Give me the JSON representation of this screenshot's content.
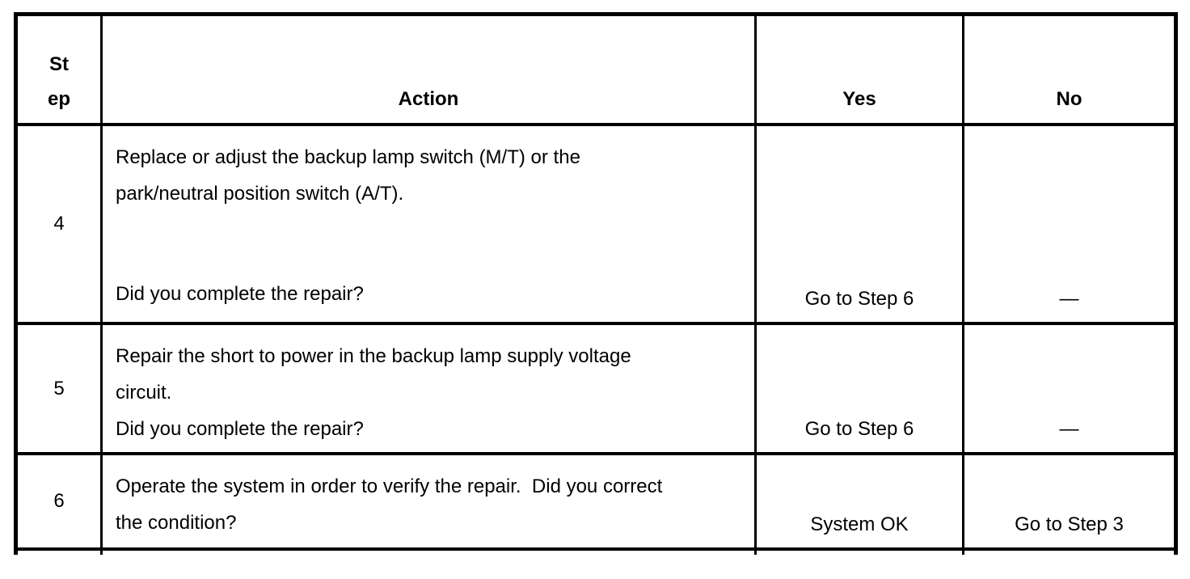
{
  "colors": {
    "text": "#000000",
    "background": "#ffffff",
    "border": "#000000"
  },
  "table": {
    "headers": {
      "step": "St\nep",
      "action": "Action",
      "yes": "Yes",
      "no": "No"
    },
    "rows": [
      {
        "step": "4",
        "description": "Replace or adjust the backup lamp switch (M/T) or the park/neutral position switch (A/T).",
        "question": "Did you complete the repair?",
        "yes": "Go to Step 6",
        "no": "—"
      },
      {
        "step": "5",
        "description": "Repair the short to power in the backup lamp supply voltage circuit.",
        "question": "Did you complete the repair?",
        "yes": "Go to Step 6",
        "no": "—"
      },
      {
        "step": "6",
        "description": "Operate the system in order to verify the repair.  Did you correct the condition?",
        "question": "",
        "yes": "System OK",
        "no": "Go to Step 3"
      }
    ]
  }
}
